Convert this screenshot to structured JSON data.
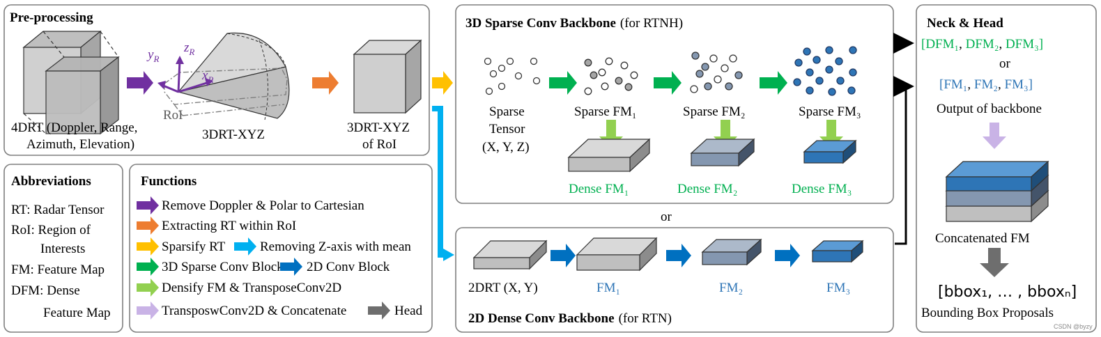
{
  "colors": {
    "purple_arrow": "#7030a0",
    "orange_arrow": "#ed7d31",
    "yellow_arrow": "#ffc000",
    "cyan_arrow": "#00b0f0",
    "green_arrow": "#00b050",
    "blue_arrow": "#0070c0",
    "lightgreen_arrow": "#92d050",
    "lavender_arrow": "#c9b3e6",
    "gray_arrow": "#6e6e6e",
    "green_text": "#00b050",
    "blue_text": "#2e75b6"
  },
  "preprocessing": {
    "title": "Pre-processing",
    "label_4drt_line1": "4DRT (Doppler, Range,",
    "label_4drt_line2": "Azimuth, Elevation)",
    "label_3drt": "3DRT-XYZ",
    "label_roi_line1": "3DRT-XYZ",
    "label_roi_line2": "of RoI",
    "axis_y": "y",
    "axis_z": "z",
    "axis_x": "x",
    "axis_sub": "R",
    "roi_label": "RoI"
  },
  "sparse_backbone": {
    "title": "3D Sparse Conv Backbone",
    "title_suffix": "(for RTNH)",
    "tensor_line1": "Sparse",
    "tensor_line2": "Tensor",
    "tensor_line3": "(X, Y, Z)",
    "fm1": "Sparse FM₁",
    "fm2": "Sparse FM₂",
    "fm3": "Sparse FM₃",
    "dense1": "Dense FM₁",
    "dense2": "Dense FM₂",
    "dense3": "Dense FM₃"
  },
  "or_label": "or",
  "dense_backbone": {
    "title": "2D Dense Conv Backbone",
    "title_suffix": "(for RTN)",
    "drt": "2DRT (X, Y)",
    "fm1": "FM₁",
    "fm2": "FM₂",
    "fm3": "FM₃"
  },
  "neck_head": {
    "title": "Neck & Head",
    "dfm_open": "[",
    "dfm1": "DFM₁",
    "dfm2": "DFM₂",
    "dfm3": "DFM₃",
    "dfm_close": "]",
    "sep": ", ",
    "or": "or",
    "fm_open": "[",
    "fm1": "FM₁",
    "fm2": "FM₂",
    "fm3": "FM₃",
    "fm_close": "]",
    "output": "Output of backbone",
    "concat": "Concatenated FM",
    "bbox": "[bbox₁, … , bboxₙ]",
    "proposals": "Bounding Box Proposals"
  },
  "abbreviations": {
    "title": "Abbreviations",
    "items": [
      "RT: Radar Tensor",
      "RoI: Region of",
      "Interests",
      "FM: Feature Map",
      "DFM: Dense",
      "Feature Map"
    ]
  },
  "functions": {
    "title": "Functions",
    "f1": "Remove Doppler & Polar to Cartesian",
    "f2": "Extracting RT within RoI",
    "f3a": "Sparsify RT",
    "f3b": "Removing Z-axis with mean",
    "f4a": "3D Sparse Conv Block",
    "f4b": "2D Conv Block",
    "f5": "Densify FM & TransposeConv2D",
    "f6a": "TransposwConv2D & Concatenate",
    "f6b": "Head"
  },
  "watermark": "CSDN @byzy"
}
